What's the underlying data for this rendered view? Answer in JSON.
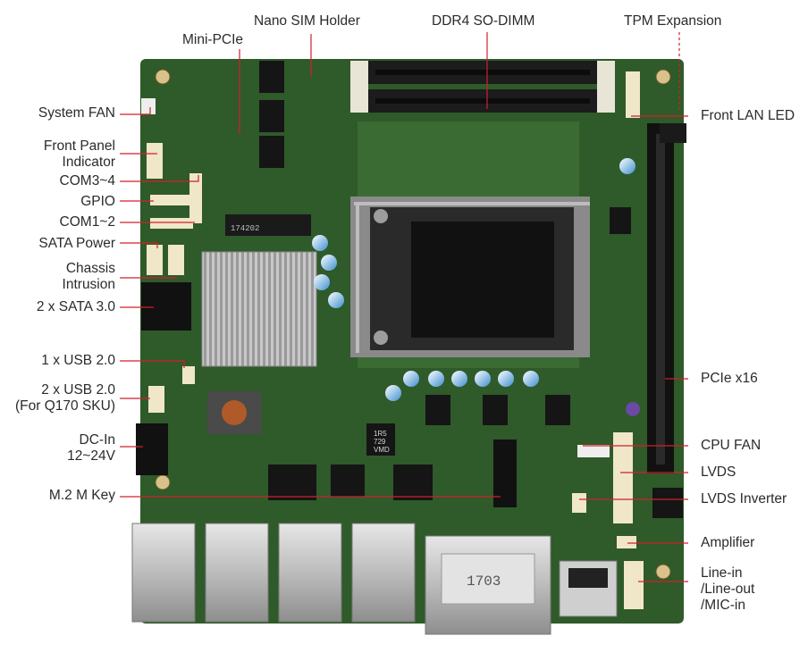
{
  "labels": {
    "system_fan": "System FAN",
    "front_panel_indicator_1": "Front Panel",
    "front_panel_indicator_2": "Indicator",
    "com3_4": "COM3~4",
    "gpio": "GPIO",
    "com1_2": "COM1~2",
    "sata_power": "SATA Power",
    "chassis_intrusion_1": "Chassis",
    "chassis_intrusion_2": "Intrusion",
    "sata30": "2 x SATA 3.0",
    "usb20_single": "1 x USB 2.0",
    "usb20_dual_1": "2 x USB 2.0",
    "usb20_dual_2": "(For Q170 SKU)",
    "dc_in_1": "DC-In",
    "dc_in_2": "12~24V",
    "m2_m_key": "M.2 M Key",
    "mini_pcie": "Mini-PCIe",
    "nano_sim_holder": "Nano SIM Holder",
    "ddr4_so_dimm": "DDR4 SO-DIMM",
    "tpm_expansion": "TPM Expansion",
    "front_lan_led": "Front LAN LED",
    "pcie_x16": "PCIe x16",
    "cpu_fan": "CPU FAN",
    "lvds": "LVDS",
    "lvds_inverter": "LVDS Inverter",
    "amplifier": "Amplifier",
    "line_in_1": "Line-in",
    "line_in_2": "/Line-out",
    "line_in_3": "/MIC-in"
  },
  "board_text": {
    "dimm_chip": "174202",
    "vga_label": "1703",
    "inductor_1": "1R5",
    "inductor_2": "729",
    "inductor_3": "VMD"
  },
  "colors": {
    "pcb": "#2f5a2a",
    "leader_line": "#d0202a",
    "label_text": "#2b2b2b"
  }
}
